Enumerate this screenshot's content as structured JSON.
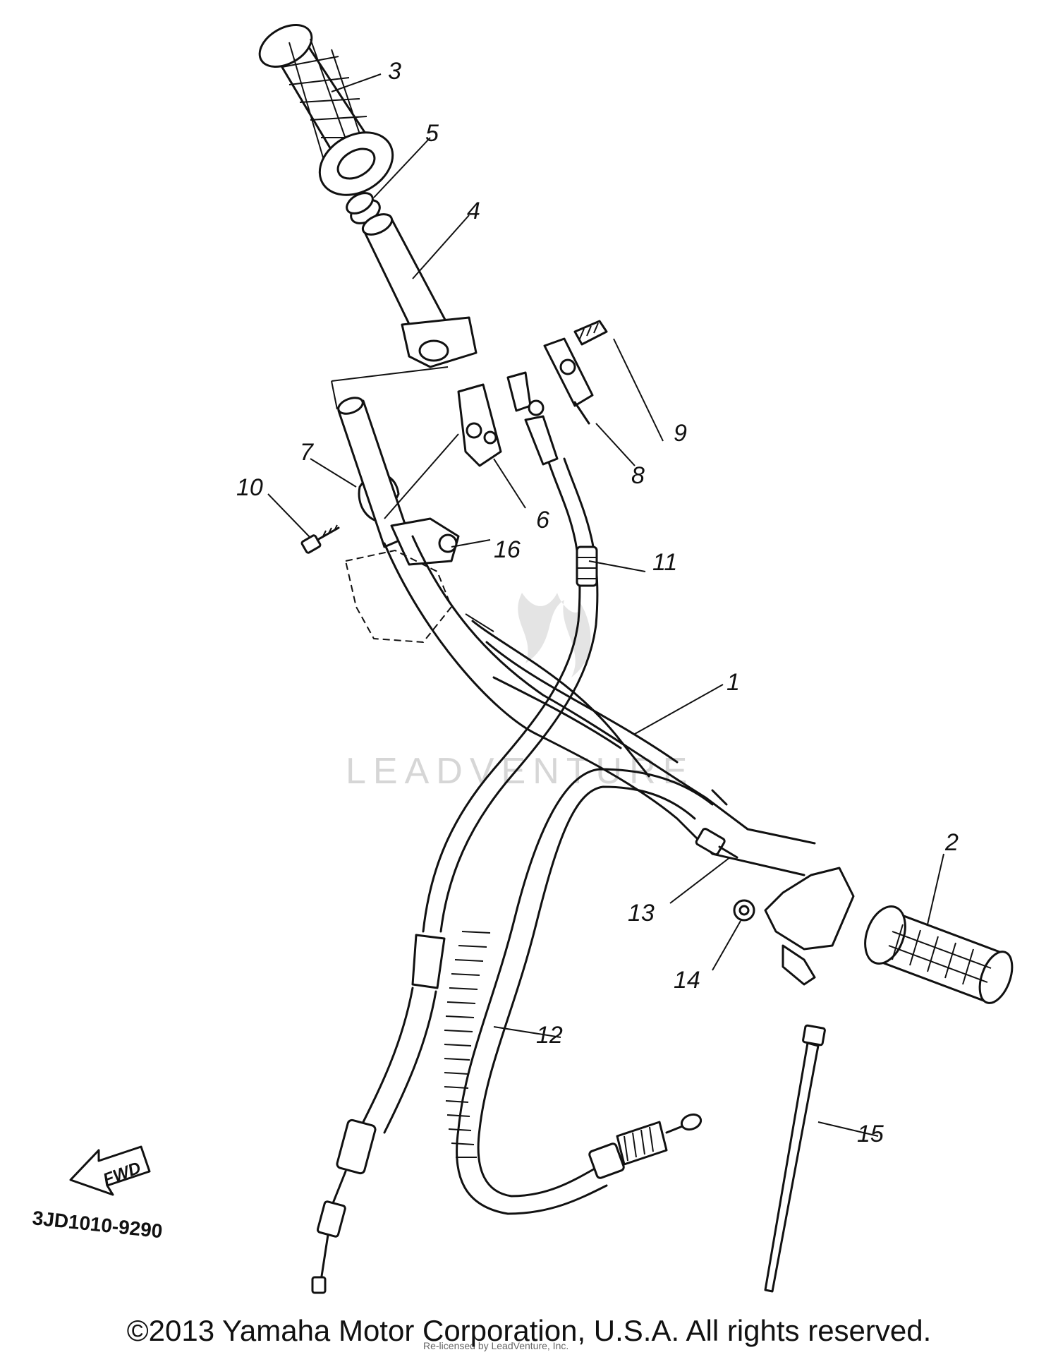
{
  "diagram": {
    "labels": {
      "p1": "1",
      "p2": "2",
      "p3": "3",
      "p4": "4",
      "p5": "5",
      "p6": "6",
      "p7": "7",
      "p8": "8",
      "p9": "9",
      "p10": "10",
      "p11": "11",
      "p12": "12",
      "p13": "13",
      "p14": "14",
      "p15": "15",
      "p16": "16"
    },
    "fwd_label": "FWD",
    "diagram_code": "3JD1010-9290",
    "watermark": "LEADVENTURE",
    "watermark_small": "Re-licensed by LeadVenture, Inc."
  },
  "footer": {
    "copyright": "©2013 Yamaha Motor Corporation, U.S.A. All rights reserved."
  }
}
